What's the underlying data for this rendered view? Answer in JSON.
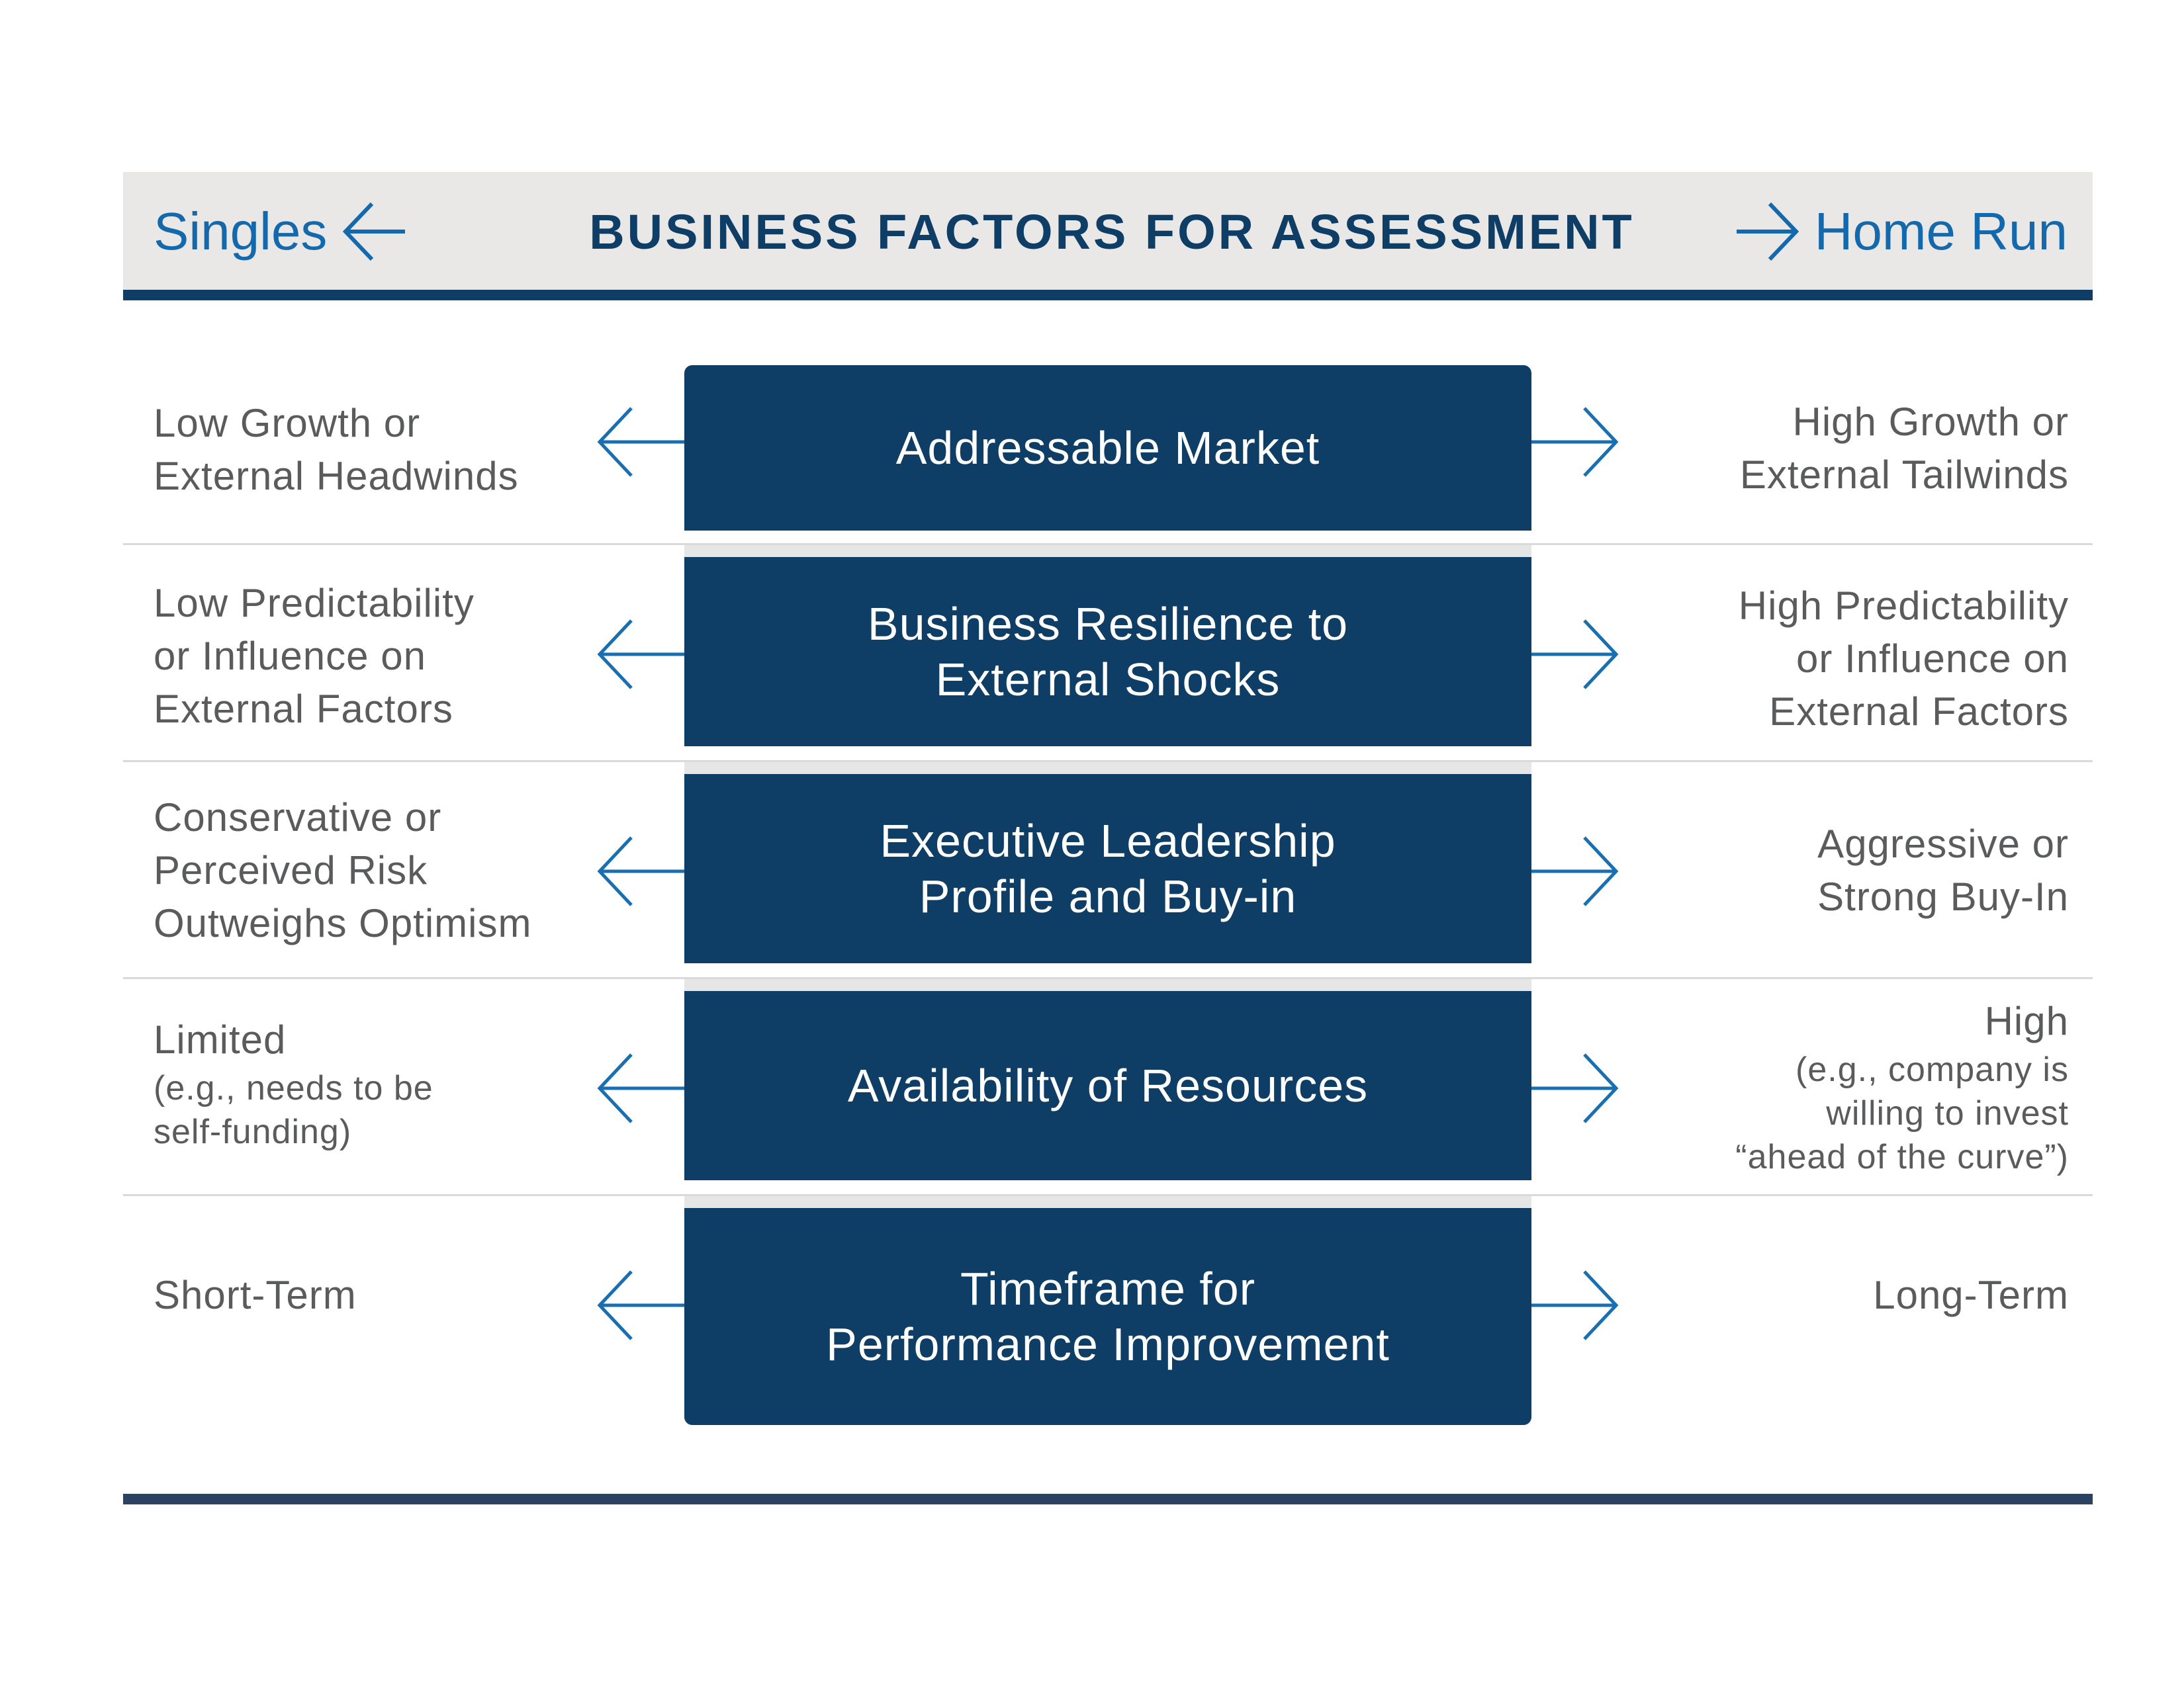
{
  "header": {
    "left_label": "Singles",
    "title": "BUSINESS FACTORS FOR ASSESSMENT",
    "right_label": "Home Run"
  },
  "rows": [
    {
      "factor": "Addressable Market",
      "left": "Low Growth or\nExternal Headwinds",
      "right": "High Growth or\nExternal Tailwinds"
    },
    {
      "factor": "Business Resilience to\nExternal Shocks",
      "left": "Low Predictability\nor Influence on\nExternal Factors",
      "right": "High Predictability\nor Influence on\nExternal Factors"
    },
    {
      "factor": "Executive Leadership\nProfile and Buy-in",
      "left": "Conservative or\nPerceived Risk\nOutweighs Optimism",
      "right": "Aggressive or\nStrong Buy-In"
    },
    {
      "factor": "Availability of Resources",
      "left": "Limited",
      "left_sub": "(e.g., needs to be\nself-funding)",
      "right": "High",
      "right_sub": "(e.g., company is\nwilling to invest\n“ahead of the curve”)"
    },
    {
      "factor": "Timeframe for\nPerformance Improvement",
      "left": "Short-Term",
      "right": "Long-Term"
    }
  ],
  "colors": {
    "navy": "#0e3d66",
    "accent_blue": "#1469ad",
    "header_band": "#e9e8e7",
    "body_text": "#5a5b5d"
  },
  "icons": {
    "left": "arrow-left-icon",
    "right": "arrow-right-icon"
  }
}
